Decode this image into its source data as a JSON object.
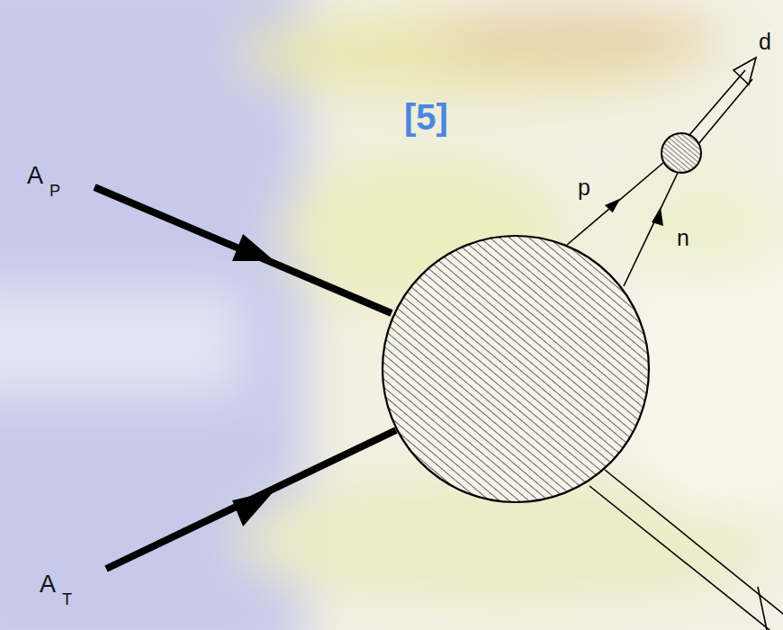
{
  "diagram": {
    "labels": [
      "[5]",
      "A",
      "P",
      "A",
      "T",
      "p",
      "n",
      "d"
    ]
  }
}
